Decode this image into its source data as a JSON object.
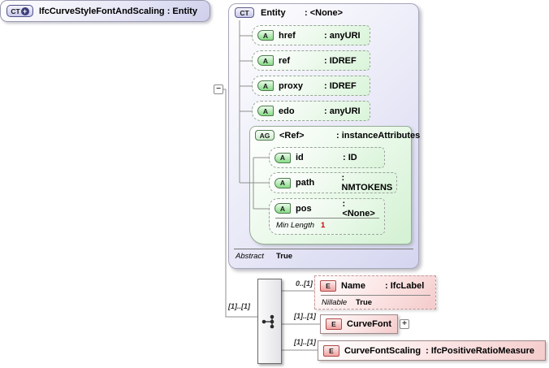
{
  "diagram": {
    "root": {
      "badge": "CT",
      "plus_glyph": "+",
      "label": "IfcCurveStyleFontAndScaling : Entity",
      "collapse_glyph": "−"
    },
    "entity": {
      "badge": "CT",
      "name": "Entity",
      "type": ": <None>",
      "attributes": [
        {
          "badge": "A",
          "name": "href",
          "type": ": anyURI"
        },
        {
          "badge": "A",
          "name": "ref",
          "type": ": IDREF"
        },
        {
          "badge": "A",
          "name": "proxy",
          "type": ": IDREF"
        },
        {
          "badge": "A",
          "name": "edo",
          "type": ": anyURI"
        }
      ],
      "attribute_group": {
        "badge": "AG",
        "name": "<Ref>",
        "type": ": instanceAttributes",
        "attributes": [
          {
            "badge": "A",
            "name": "id",
            "type": ": ID"
          },
          {
            "badge": "A",
            "name": "path",
            "type": ": NMTOKENS"
          },
          {
            "badge": "A",
            "name": "pos",
            "type": ": <None>",
            "facet_label": "Min Length",
            "facet_value": "1"
          }
        ]
      },
      "facet_label": "Abstract",
      "facet_value": "True"
    },
    "sequence_cardinality": "[1]..[1]",
    "children": [
      {
        "badge": "E",
        "name": "Name",
        "type": ": IfcLabel",
        "cardinality": "0..[1]",
        "facet_label": "Nillable",
        "facet_value": "True"
      },
      {
        "badge": "E",
        "name": "CurveFont",
        "cardinality": "[1]..[1]",
        "expand_glyph": "+"
      },
      {
        "badge": "E",
        "name": "CurveFontScaling",
        "type": ": IfcPositiveRatioMeasure",
        "cardinality": "[1]..[1]"
      }
    ],
    "icons": {
      "root_badge": "complex-type-plus-icon",
      "compositor": "sequence-icon",
      "collapse": "minus-square-icon",
      "expand": "plus-square-icon"
    },
    "palette": {
      "entity_fill": "#d5d5f0",
      "attribute_fill": "#d9f4d9",
      "element_fill": "#f4cbcb",
      "facet_value_red": "#cc0000"
    }
  }
}
